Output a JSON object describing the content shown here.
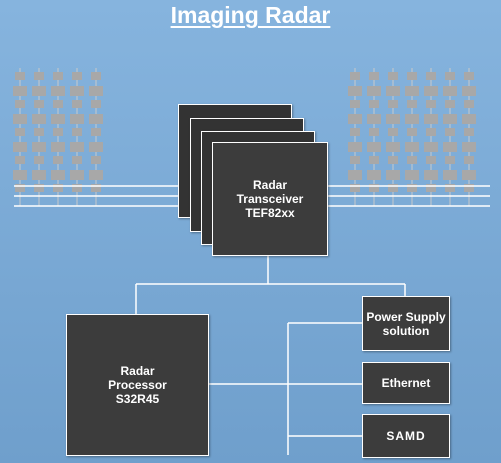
{
  "title": "Imaging Radar",
  "colors": {
    "background": "#7aaad6",
    "block": "#3c3c3c",
    "antenna": "#a8a8a8",
    "connector": "#ffffff"
  },
  "transceiver": {
    "line1": "Radar",
    "line2": "Transceiver",
    "line3": "TEF82xx"
  },
  "processor": {
    "line1": "Radar",
    "line2": "Processor",
    "line3": "S32R45"
  },
  "power_supply": {
    "line1": "Power Supply",
    "line2": "solution"
  },
  "ethernet": {
    "label": "Ethernet"
  },
  "bottom_block": {
    "label": "SAMD"
  }
}
